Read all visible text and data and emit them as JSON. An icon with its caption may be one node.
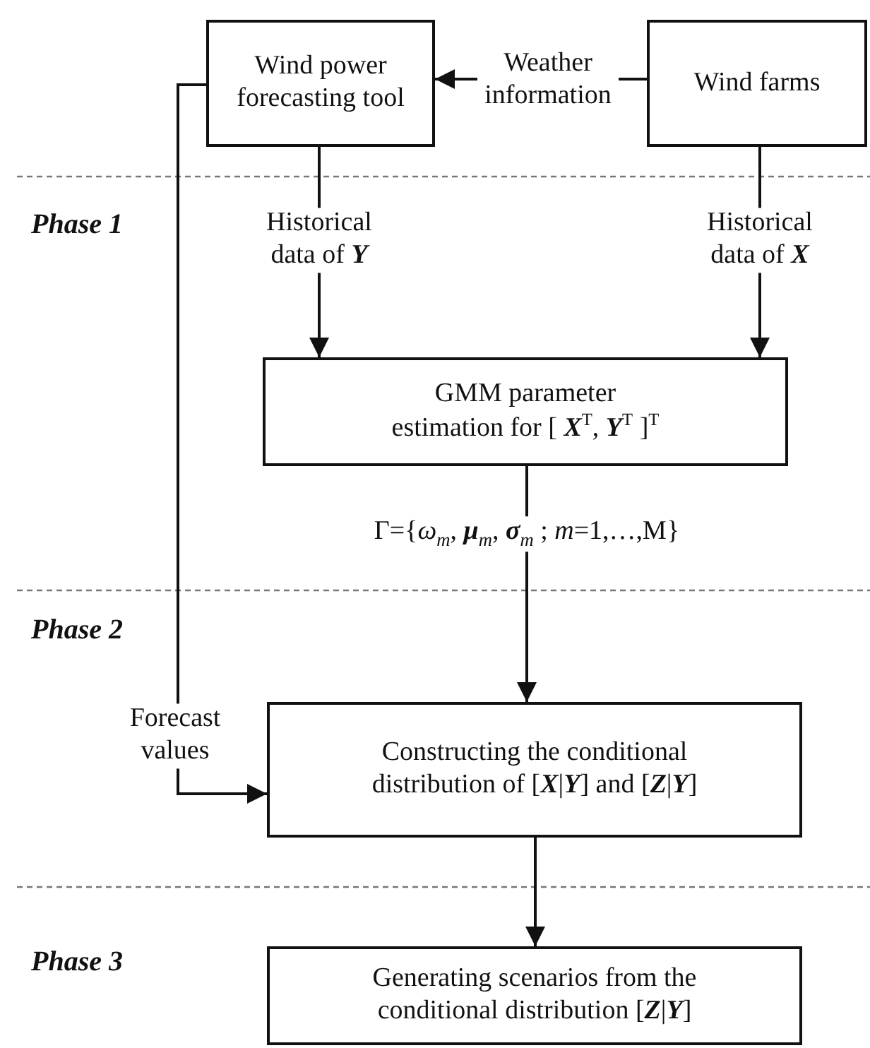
{
  "diagram": {
    "nodes": [
      {
        "text": [
          "Wind power forecasting tool"
        ]
      },
      {
        "text": [
          "Wind farms"
        ]
      },
      {
        "text": [
          "GMM parameter estimation for [ **X**$^{T}$, **Y**$^{T}$ ]$^{T}$"
        ]
      },
      {
        "text": [
          "Constructing the conditional distribution of [**X**|**Y**] and [**Z**|**Y**]"
        ]
      },
      {
        "text": [
          "Generating scenarios from the conditional distribution [**Z**|**Y**]"
        ]
      }
    ],
    "edges": [
      {
        "from": 1,
        "to": 0,
        "arrow": "to",
        "label": "Weather information"
      },
      {
        "from": 0,
        "to": 2,
        "arrow": "to",
        "label": "Historical data of **Y**"
      },
      {
        "from": 1,
        "to": 2,
        "arrow": "to",
        "label": "Historical data of **X**"
      },
      {
        "from": 2,
        "to": 3,
        "arrow": "to",
        "label": "Γ={*ω*$_{m}$, **μ**$_{m}$, **σ**$_{m}$ ; *m*=1,…,M}"
      },
      {
        "from": 0,
        "to": 3,
        "arrow": "to",
        "label": "Forecast values"
      },
      {
        "from": 3,
        "to": 4,
        "arrow": "to"
      }
    ],
    "labels": [
      "Phase 1",
      "Phase 2",
      "Phase 3"
    ]
  }
}
